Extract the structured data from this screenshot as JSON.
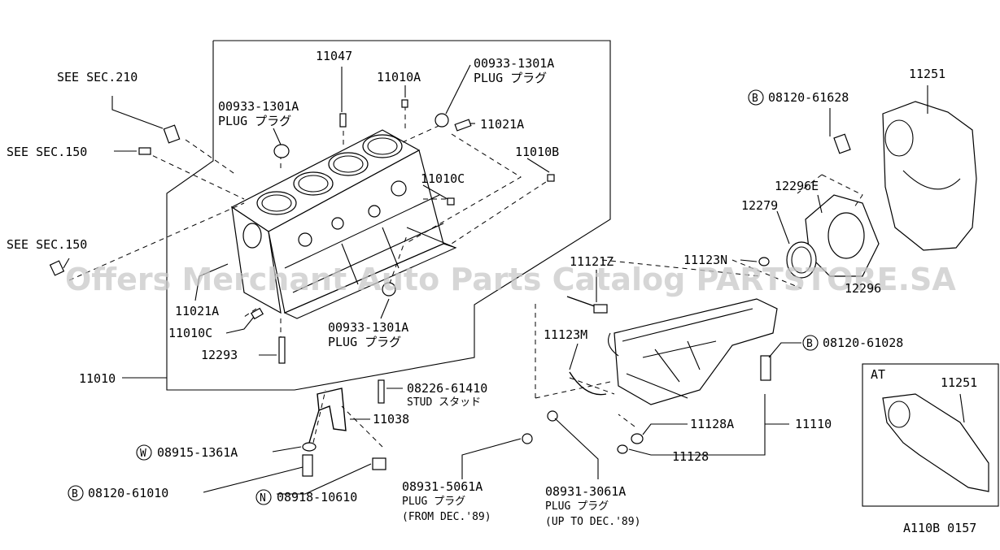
{
  "watermark": "Offers Merchant Auto Parts Catalog PARTSTORE.SA",
  "diagram_code": "A110B 0157",
  "labels": {
    "see_sec_210": "SEE SEC.210",
    "see_sec_150_a": "SEE SEC.150",
    "see_sec_150_b": "SEE SEC.150",
    "p11047": "11047",
    "p11010A": "11010A",
    "plug_a_no": "00933-1301A",
    "plug_a_txt": "PLUG プラグ",
    "plug_b_no": "00933-1301A",
    "plug_b_txt": "PLUG プラグ",
    "plug_c_no": "00933-1301A",
    "plug_c_txt": "PLUG プラグ",
    "p11021A_top": "11021A",
    "p11010B": "11010B",
    "p11010C_top": "11010C",
    "p11021A_bot": "11021A",
    "p11010C_bot": "11010C",
    "p12293": "12293",
    "p11010": "11010",
    "stud_no": "08226-61410",
    "stud_txt": "STUD スタッド",
    "p11038": "11038",
    "washer_code": "W",
    "washer_no": "08915-1361A",
    "bolt_b_code": "B",
    "bolt_b_no": "08120-61010",
    "nut_code": "N",
    "nut_no": "08918-10610",
    "plug_5061_no": "08931-5061A",
    "plug_5061_txt": "PLUG プラグ",
    "plug_5061_note": "(FROM DEC.'89)",
    "plug_3061_no": "08931-3061A",
    "plug_3061_txt": "PLUG プラグ",
    "plug_3061_note": "(UP TO DEC.'89)",
    "p11121Z": "11121Z",
    "p11123N": "11123N",
    "p11123M": "11123M",
    "p11128A": "11128A",
    "p11128": "11128",
    "p11110": "11110",
    "bolt_61028_code": "B",
    "bolt_61028_no": "08120-61028",
    "bolt_61628_code": "B",
    "bolt_61628_no": "08120-61628",
    "p12296E": "12296E",
    "p12279": "12279",
    "p12296": "12296",
    "p11251_top": "11251",
    "at_label": "AT",
    "p11251_at": "11251"
  }
}
